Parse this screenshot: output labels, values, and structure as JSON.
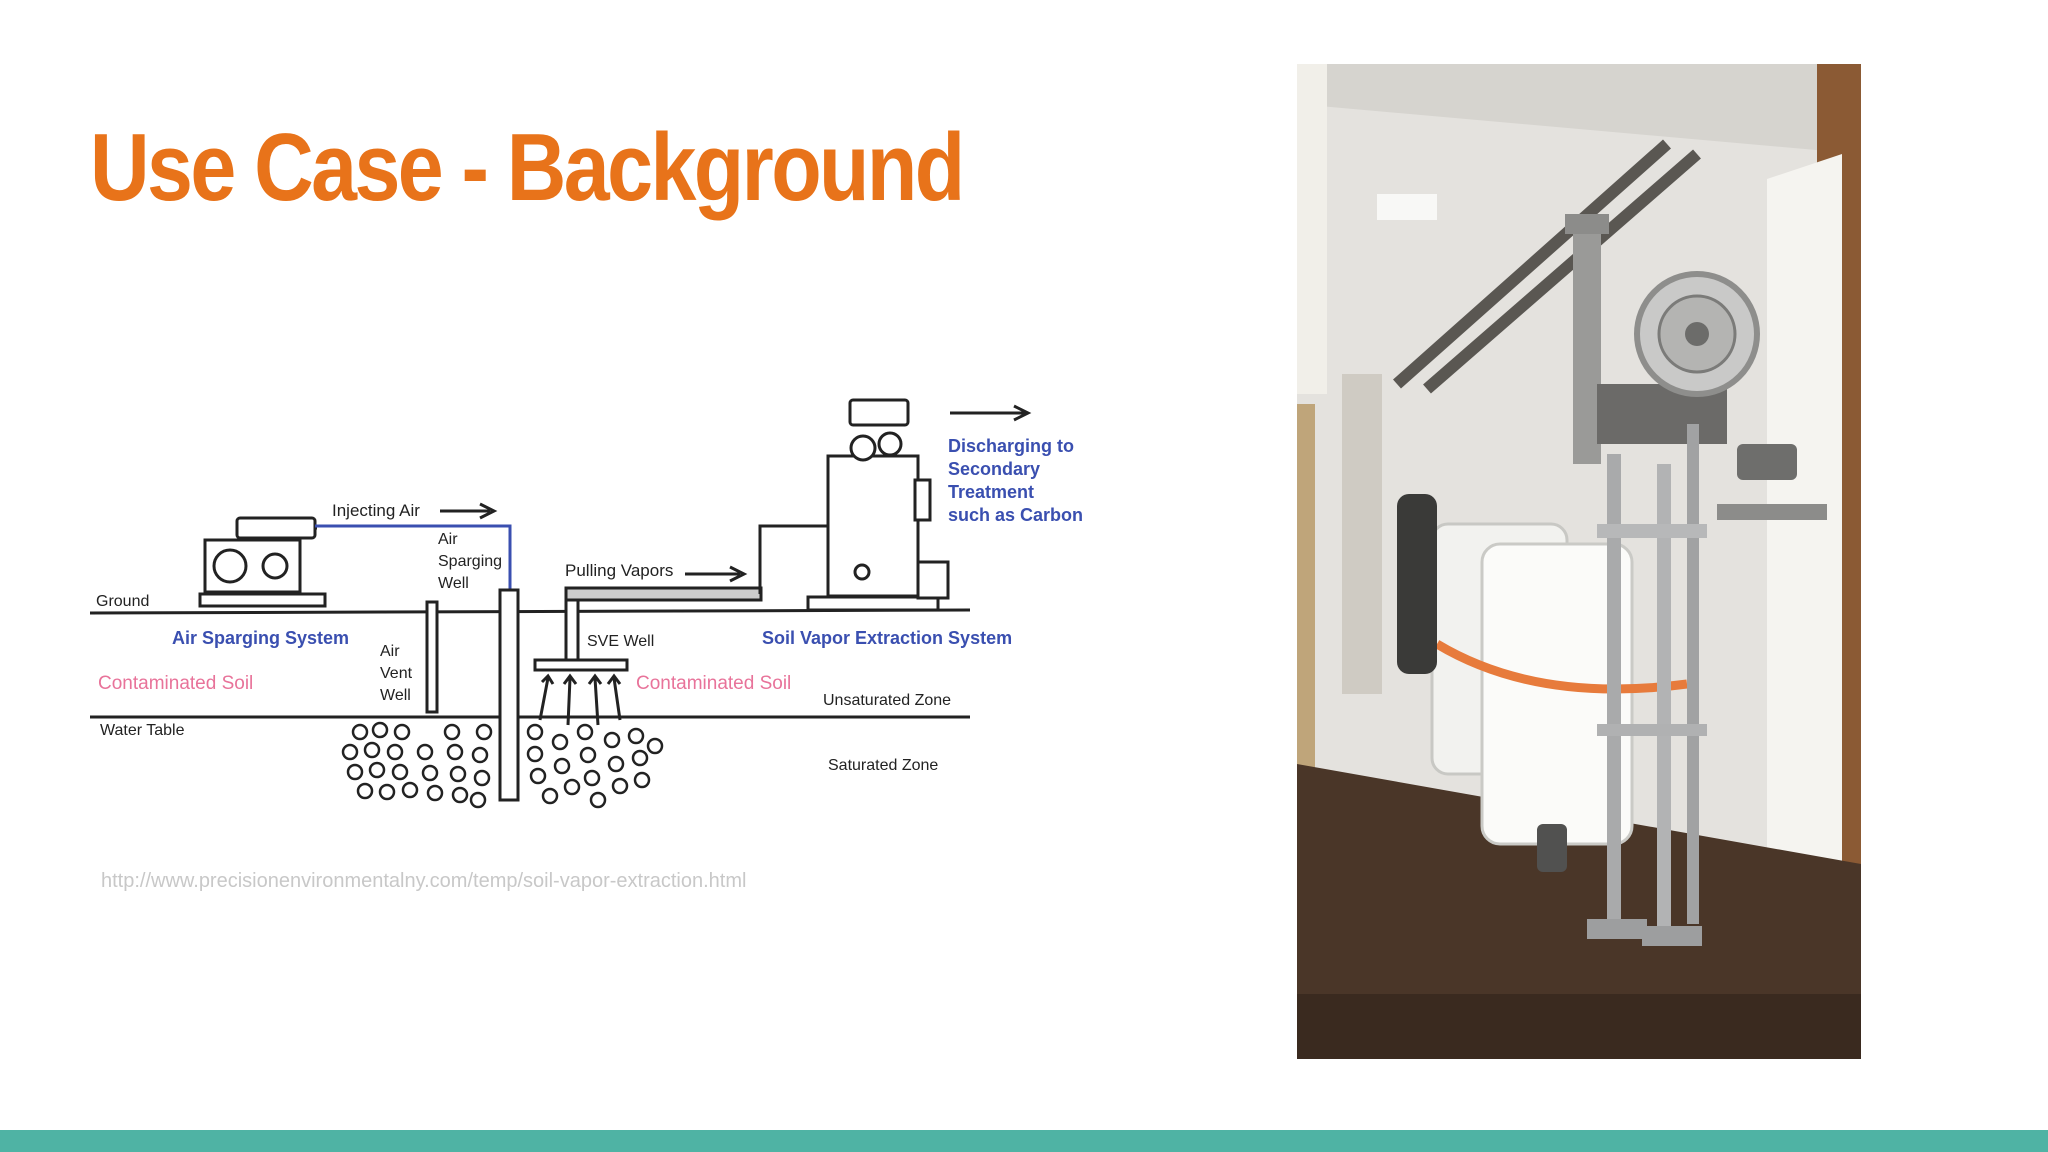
{
  "slide": {
    "title": "Use Case - Background",
    "source_url": "http://www.precisionenvironmentalny.com/temp/soil-vapor-extraction.html"
  },
  "diagram": {
    "labels": {
      "injecting_air": "Injecting Air",
      "air_sparging_well_1": "Air",
      "air_sparging_well_2": "Sparging",
      "air_sparging_well_3": "Well",
      "pulling_vapors": "Pulling Vapors",
      "discharging_1": "Discharging to",
      "discharging_2": "Secondary",
      "discharging_3": "Treatment",
      "discharging_4": "such as Carbon",
      "ground": "Ground",
      "air_sparging_system": "Air Sparging System",
      "air_vent_well_1": "Air",
      "air_vent_well_2": "Vent",
      "air_vent_well_3": "Well",
      "sve_well": "SVE Well",
      "sve_system": "Soil  Vapor Extraction  System",
      "contaminated_soil_left": "Contaminated Soil",
      "contaminated_soil_right": "Contaminated Soil",
      "unsaturated_zone": "Unsaturated Zone",
      "water_table": "Water Table",
      "saturated_zone": "Saturated Zone"
    }
  },
  "colors": {
    "title": "#e8731a",
    "blue_label": "#3a4fb0",
    "pink_label": "#e8739a",
    "line": "#222222",
    "footer_bar": "#4fb3a4",
    "source_text": "#c8c8c8"
  },
  "photo": {
    "subject": "SVE blower and knockout drums inside enclosure"
  }
}
